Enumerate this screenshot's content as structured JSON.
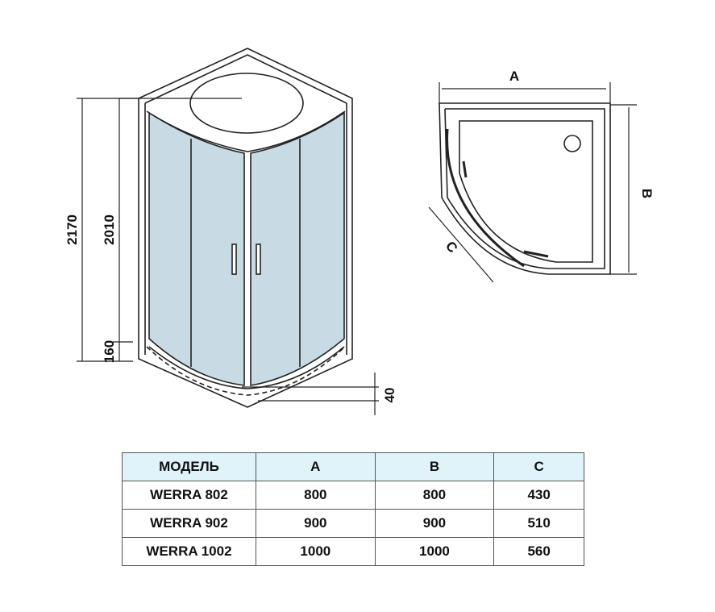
{
  "diagram": {
    "front_view": {
      "height_total": "2170",
      "height_cabin": "2010",
      "height_tray": "160",
      "tray_depth": "40"
    },
    "plan_view": {
      "label_a": "A",
      "label_b": "B",
      "label_c": "C"
    },
    "colors": {
      "glass": "#c8dbe4",
      "header_bg": "#e0f3fb",
      "line": "#222222"
    }
  },
  "table": {
    "headers": [
      "МОДЕЛЬ",
      "A",
      "B",
      "C"
    ],
    "rows": [
      [
        "WERRA 802",
        "800",
        "800",
        "430"
      ],
      [
        "WERRA 902",
        "900",
        "900",
        "510"
      ],
      [
        "WERRA 1002",
        "1000",
        "1000",
        "560"
      ]
    ]
  }
}
